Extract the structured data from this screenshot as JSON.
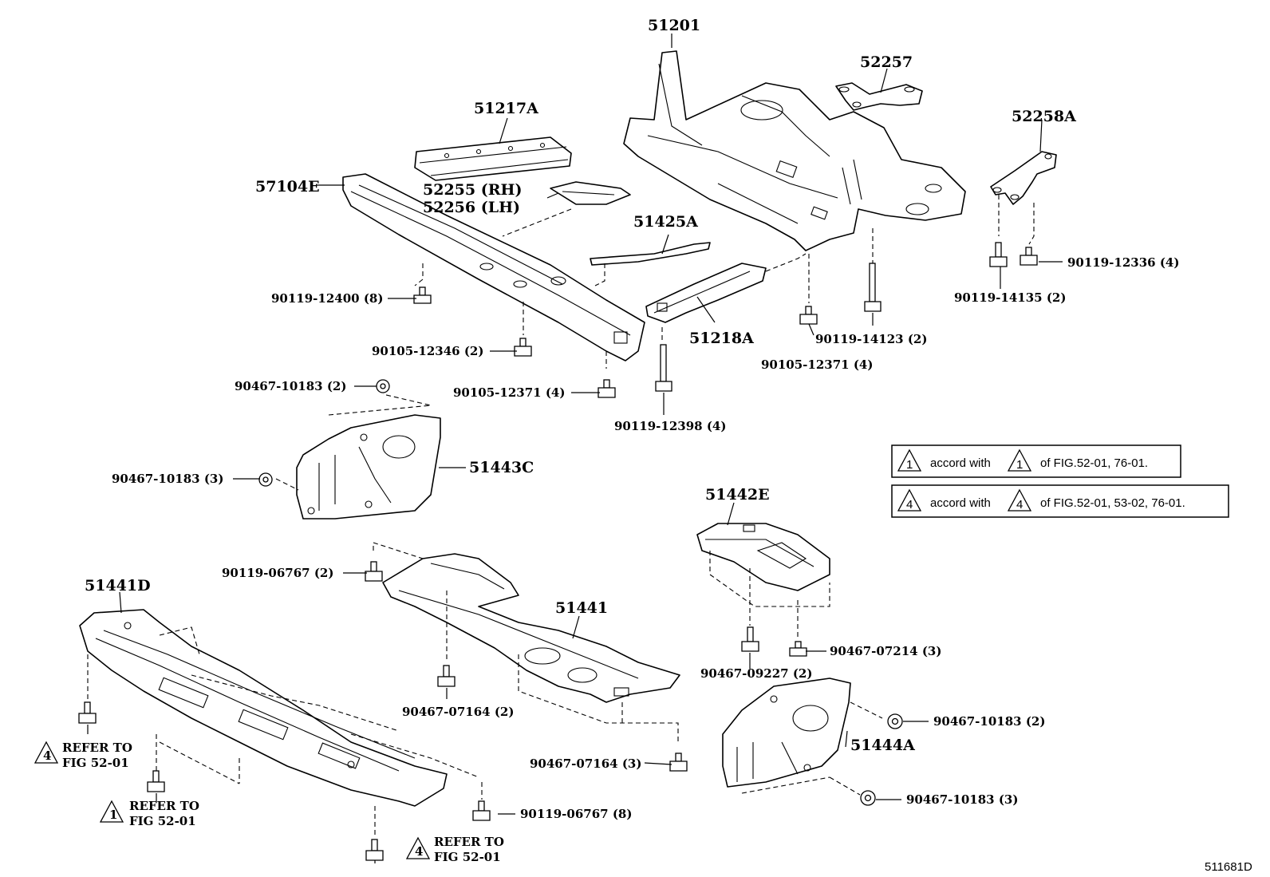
{
  "parts": {
    "p51201": "51201",
    "p52257": "52257",
    "p51217A": "51217A",
    "p52258A": "52258A",
    "p57104E": "57104E",
    "p52255": "52255 (RH)",
    "p52256": "52256 (LH)",
    "p51425A": "51425A",
    "p51218A": "51218A",
    "p51443C": "51443C",
    "p51442E": "51442E",
    "p51441D": "51441D",
    "p51441": "51441",
    "p51444A": "51444A"
  },
  "fasteners": {
    "f90119_12400": "90119-12400 (8)",
    "f90105_12346": "90105-12346 (2)",
    "f90105_12371a": "90105-12371 (4)",
    "f90119_12398": "90119-12398 (4)",
    "f90119_14123": "90119-14123 (2)",
    "f90105_12371b": "90105-12371 (4)",
    "f90119_14135": "90119-14135 (2)",
    "f90119_12336": "90119-12336 (4)",
    "f90467_10183a": "90467-10183 (2)",
    "f90467_10183b": "90467-10183 (3)",
    "f90119_06767a": "90119-06767 (2)",
    "f90467_07164a": "90467-07164 (2)",
    "f90467_07164b": "90467-07164 (3)",
    "f90467_09227": "90467-09227 (2)",
    "f90467_07214": "90467-07214 (3)",
    "f90467_10183c": "90467-10183 (2)",
    "f90467_10183d": "90467-10183 (3)",
    "f90119_06767b": "90119-06767 (8)"
  },
  "refers": {
    "r1_line1": "REFER TO",
    "r1_line2": "FIG 52-01",
    "r1_mark": "4",
    "r2_line1": "REFER TO",
    "r2_line2": "FIG 52-01",
    "r2_mark": "1",
    "r3_line1": "REFER TO",
    "r3_line2": "FIG 52-01",
    "r3_mark": "4"
  },
  "notes": {
    "n1_mark_a": "1",
    "n1_text_a": "accord with",
    "n1_mark_b": "1",
    "n1_text_b": "of FIG.52-01, 76-01.",
    "n2_mark_a": "4",
    "n2_text_a": "accord with",
    "n2_mark_b": "4",
    "n2_text_b": "of FIG.52-01, 53-02, 76-01."
  },
  "figure_id": "511681D"
}
